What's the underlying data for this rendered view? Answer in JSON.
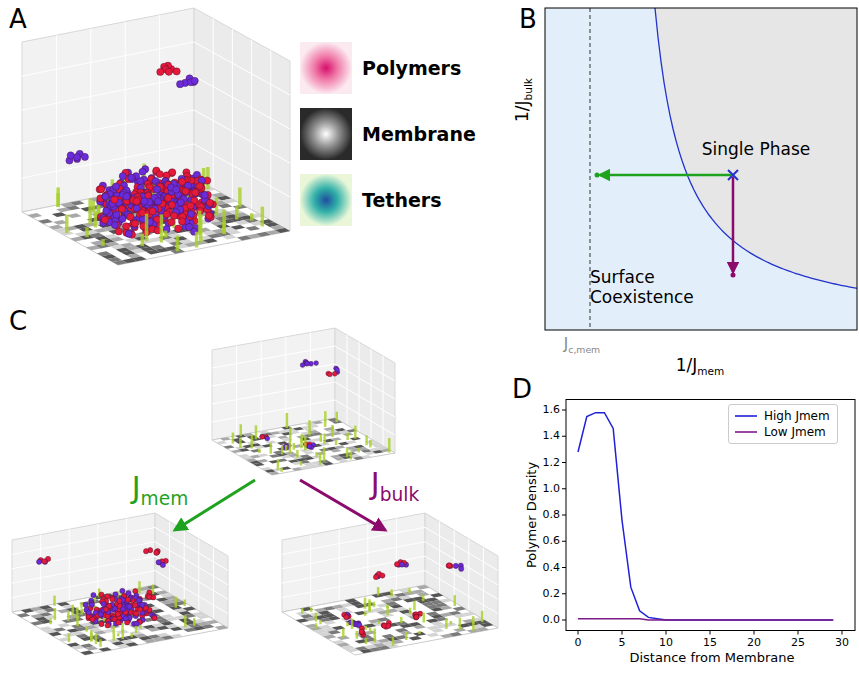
{
  "diagram": {
    "labels": [
      "A",
      "B",
      "C",
      "D",
      "Single Phase",
      "Surface Coexistence",
      "1/J",
      "bulk",
      "J",
      "c,mem",
      "1/J",
      "mem",
      "J",
      "mem",
      "J",
      "bulk",
      "Polymer Density",
      "Distance from Membrane",
      "0.0",
      "0.2",
      "0.4",
      "0.6",
      "0.8",
      "1.0",
      "1.2",
      "1.4",
      "1.6",
      "0",
      "5",
      "10",
      "15",
      "20",
      "25",
      "30"
    ],
    "legend": [
      {
        "text": "Polymers"
      },
      {
        "text": "Membrane"
      },
      {
        "text": "Tethers"
      },
      {
        "text": "High Jmem"
      },
      {
        "text": "Low Jmem"
      }
    ]
  }
}
